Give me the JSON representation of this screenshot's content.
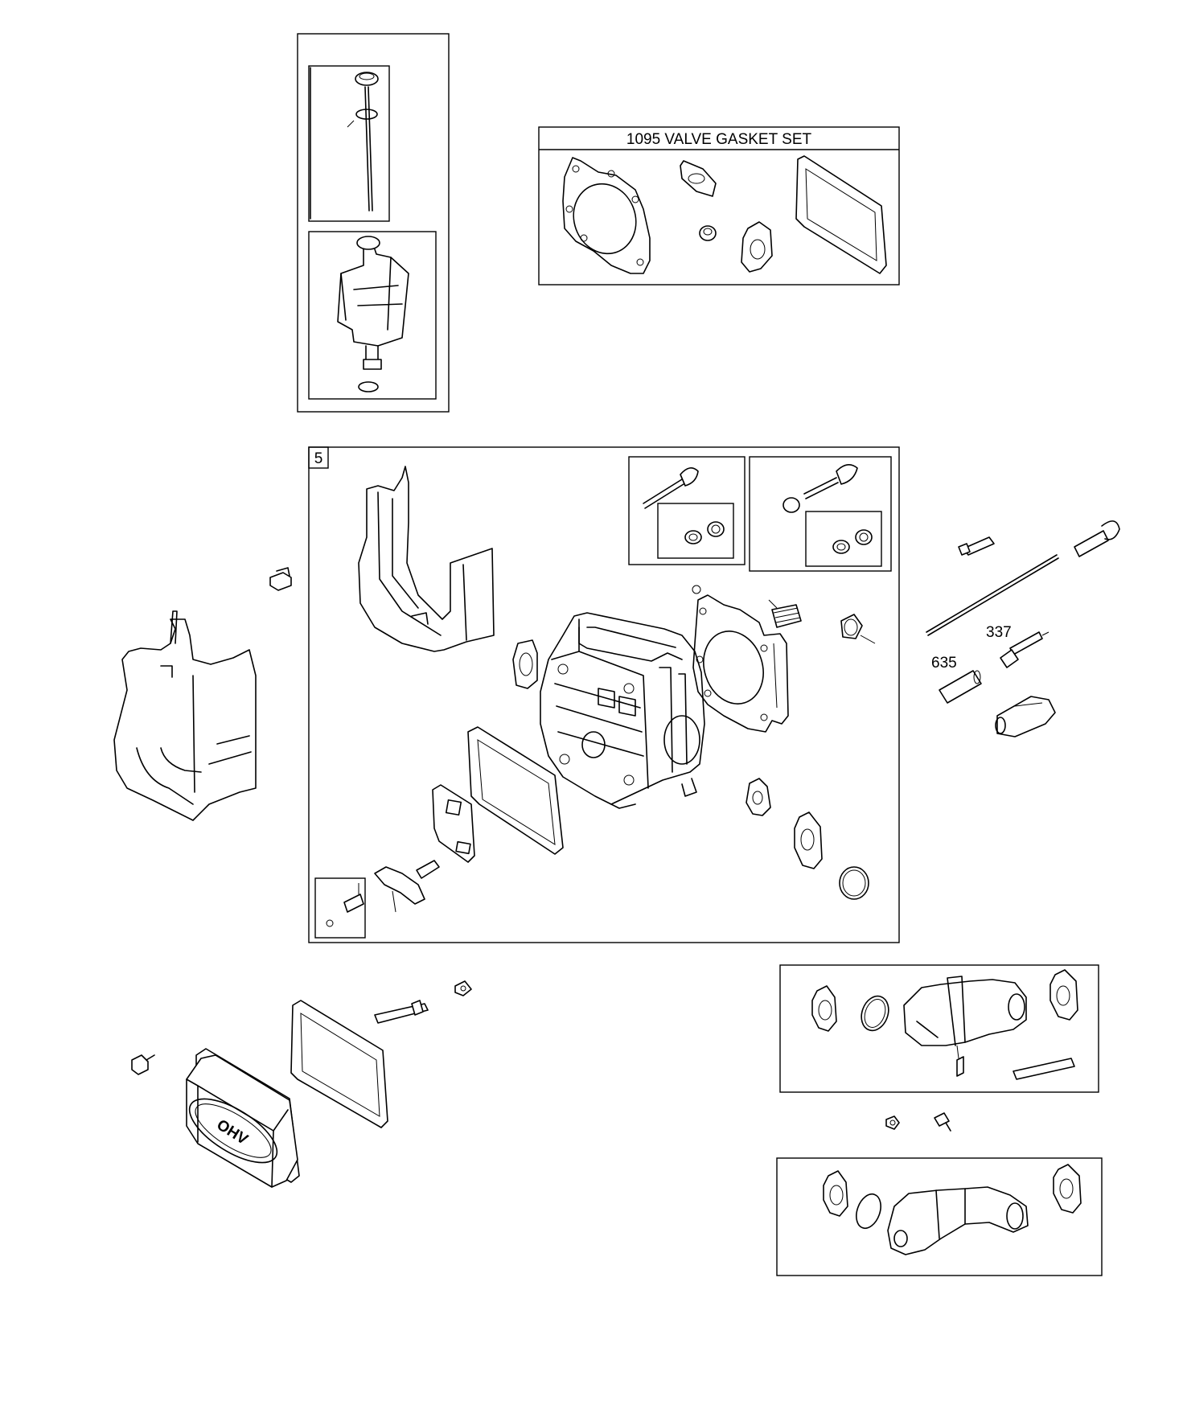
{
  "gasket_set": {
    "title": "1095 VALVE GASKET SET"
  },
  "head_kit": {
    "number": "5"
  },
  "callouts": {
    "c337": "337",
    "c635": "635"
  },
  "cover_logo": "OHV"
}
